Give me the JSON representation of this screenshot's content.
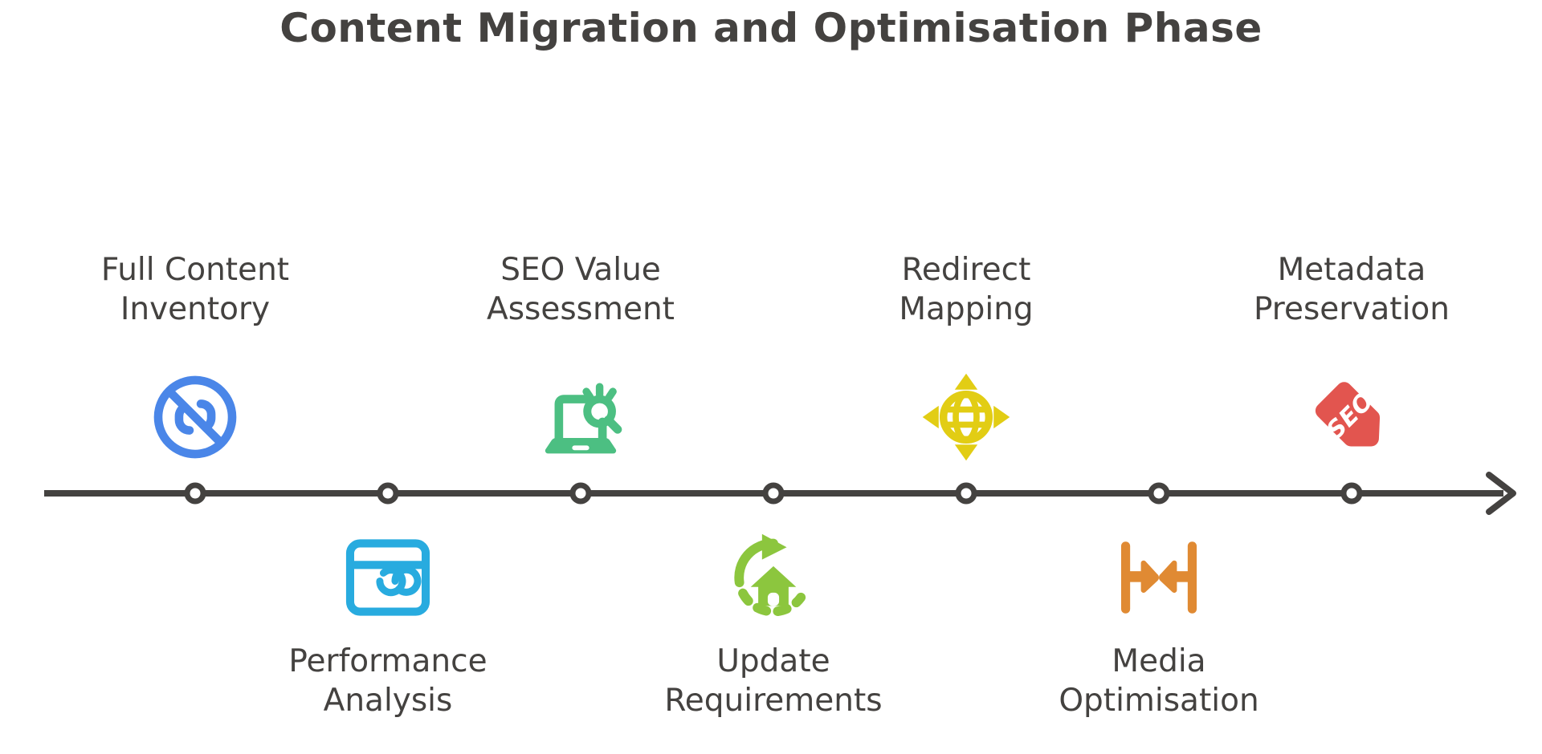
{
  "title": "Content Migration and Optimisation Phase",
  "colors": {
    "text": "#444240",
    "axis": "#444240",
    "node_fill": "#ffffff",
    "blue": "#4a86e8",
    "cyan": "#28abdf",
    "green": "#4cbf82",
    "lime": "#8cc63e",
    "yellow": "#e2cd14",
    "orange": "#e08a33",
    "red": "#e2554f",
    "background": "#ffffff"
  },
  "timeline": {
    "node_count": 7,
    "arrow_direction": "right",
    "milestones": [
      {
        "label": "Full Content\nInventory",
        "position": "above",
        "icon": "no-link-icon",
        "color": "#4a86e8"
      },
      {
        "label": "Performance\nAnalysis",
        "position": "below",
        "icon": "browser-loading-icon",
        "color": "#28abdf"
      },
      {
        "label": "SEO Value\nAssessment",
        "position": "above",
        "icon": "laptop-search-icon",
        "color": "#4cbf82"
      },
      {
        "label": "Update\nRequirements",
        "position": "below",
        "icon": "house-refresh-icon",
        "color": "#8cc63e"
      },
      {
        "label": "Redirect\nMapping",
        "position": "above",
        "icon": "globe-move-icon",
        "color": "#e2cd14"
      },
      {
        "label": "Media\nOptimisation",
        "position": "below",
        "icon": "compress-horizontal-icon",
        "color": "#e08a33"
      },
      {
        "label": "Metadata\nPreservation",
        "position": "above",
        "icon": "seo-tag-icon",
        "color": "#e2554f",
        "icon_text": "SEO"
      }
    ]
  }
}
